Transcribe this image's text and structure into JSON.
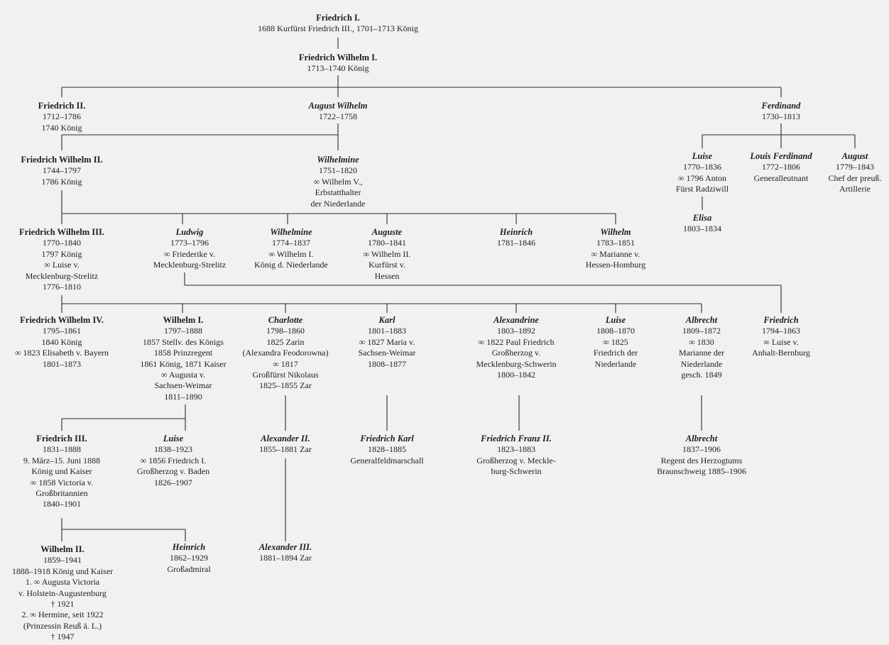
{
  "nodes": [
    {
      "name": "Friedrich I.",
      "italic": false,
      "lines": [
        "1688 Kurfürst Friedrich III., 1701–1713 König"
      ]
    },
    {
      "name": "Friedrich Wilhelm I.",
      "italic": false,
      "lines": [
        "1713–1740 König"
      ]
    },
    {
      "name": "Friedrich II.",
      "italic": false,
      "lines": [
        "1712–1786",
        "1740 König"
      ]
    },
    {
      "name": "August Wilhelm",
      "italic": true,
      "lines": [
        "1722–1758"
      ]
    },
    {
      "name": "Ferdinand",
      "italic": true,
      "lines": [
        "1730–1813"
      ]
    },
    {
      "name": "Friedrich Wilhelm II.",
      "italic": false,
      "lines": [
        "1744–1797",
        "1786 König"
      ]
    },
    {
      "name": "Wilhelmine",
      "italic": true,
      "lines": [
        "1751–1820",
        "∞ Wilhelm V.,",
        "Erbstatthalter",
        "der Niederlande"
      ]
    },
    {
      "name": "Luise",
      "italic": true,
      "lines": [
        "1770–1836",
        "∞ 1796 Anton",
        "Fürst Radziwill"
      ]
    },
    {
      "name": "Louis Ferdinand",
      "italic": true,
      "lines": [
        "1772–1806",
        "Generalleutnant"
      ]
    },
    {
      "name": "August",
      "italic": true,
      "lines": [
        "1779–1843",
        "Chef der preuß.",
        "Artillerie"
      ]
    },
    {
      "name": "Elisa",
      "italic": true,
      "lines": [
        "1803–1834"
      ]
    },
    {
      "name": "Friedrich Wilhelm III.",
      "italic": false,
      "lines": [
        "1770–1840",
        "1797 König",
        "∞ Luise v.",
        "Mecklenburg-Strelitz",
        "1776–1810"
      ]
    },
    {
      "name": "Ludwig",
      "italic": true,
      "lines": [
        "1773–1796",
        "∞ Friederike v.",
        "Mecklenburg-Strelitz"
      ]
    },
    {
      "name": "Wilhelmine",
      "italic": true,
      "lines": [
        "1774–1837",
        "∞ Wilhelm I.",
        "König d. Niederlande"
      ]
    },
    {
      "name": "Auguste",
      "italic": true,
      "lines": [
        "1780–1841",
        "∞ Wilhelm II.",
        "Kurfürst v.",
        "Hessen"
      ]
    },
    {
      "name": "Heinrich",
      "italic": true,
      "lines": [
        "1781–1846"
      ]
    },
    {
      "name": "Wilhelm",
      "italic": true,
      "lines": [
        "1783–1851",
        "∞ Marianne v.",
        "Hessen-Homburg"
      ]
    },
    {
      "name": "Friedrich Wilhelm IV.",
      "italic": false,
      "lines": [
        "1795–1861",
        "1840 König",
        "∞ 1823 Elisabeth v. Bayern",
        "1801–1873"
      ]
    },
    {
      "name": "Wilhelm I.",
      "italic": false,
      "lines": [
        "1797–1888",
        "1857 Stellv. des Königs",
        "1858 Prinzregent",
        "1861 König, 1871 Kaiser",
        "∞ Augusta v.",
        "Sachsen-Weimar",
        "1811–1890"
      ]
    },
    {
      "name": "Charlotte",
      "italic": true,
      "lines": [
        "1798–1860",
        "1825 Zarin",
        "(Alexandra Feodorowna)",
        "∞ 1817",
        "Großfürst Nikolaus",
        "1825–1855 Zar"
      ]
    },
    {
      "name": "Karl",
      "italic": true,
      "lines": [
        "1801–1883",
        "∞ 1827 Maria v.",
        "Sachsen-Weimar",
        "1808–1877"
      ]
    },
    {
      "name": "Alexandrine",
      "italic": true,
      "lines": [
        "1803–1892",
        "∞ 1822 Paul Friedrich",
        "Großherzog v.",
        "Mecklenburg-Schwerin",
        "1800–1842"
      ]
    },
    {
      "name": "Luise",
      "italic": true,
      "lines": [
        "1808–1870",
        "∞ 1825",
        "Friedrich der",
        "Niederlande"
      ]
    },
    {
      "name": "Albrecht",
      "italic": true,
      "lines": [
        "1809–1872",
        "∞ 1830",
        "Marianne der",
        "Niederlande",
        "gesch. 1849"
      ]
    },
    {
      "name": "Friedrich",
      "italic": true,
      "lines": [
        "1794–1863",
        "∞ Luise v.",
        "Anhalt-Bernburg"
      ]
    },
    {
      "name": "Friedrich III.",
      "italic": false,
      "lines": [
        "1831–1888",
        "9. März–15. Juni 1888",
        "König und Kaiser",
        "∞ 1858 Victoria v.",
        "Großbritannien",
        "1840–1901"
      ]
    },
    {
      "name": "Luise",
      "italic": true,
      "lines": [
        "1838–1923",
        "∞ 1856 Friedrich I.",
        "Großherzog v. Baden",
        "1826–1907"
      ]
    },
    {
      "name": "Alexander II.",
      "italic": true,
      "lines": [
        "1855–1881 Zar"
      ]
    },
    {
      "name": "Friedrich Karl",
      "italic": true,
      "lines": [
        "1828–1885",
        "Generalfeldmarschall"
      ]
    },
    {
      "name": "Friedrich Franz II.",
      "italic": true,
      "lines": [
        "1823–1883",
        "Großherzog v. Meckle-",
        "burg-Schwerin"
      ]
    },
    {
      "name": "Albrecht",
      "italic": true,
      "lines": [
        "1837–1906",
        "Regent des Herzogtums",
        "Braunschweig 1885–1906"
      ]
    },
    {
      "name": "Wilhelm II.",
      "italic": false,
      "lines": [
        "1859–1941",
        "1888–1918 König und Kaiser",
        "1. ∞ Augusta Victoria",
        "v. Holstein-Augustenburg",
        "† 1921",
        "2. ∞ Hermine, seit 1922",
        "(Prinzessin Reuß ä. L.)",
        "† 1947"
      ]
    },
    {
      "name": "Heinrich",
      "italic": true,
      "lines": [
        "1862–1929",
        "Großadmiral"
      ]
    },
    {
      "name": "Alexander III.",
      "italic": true,
      "lines": [
        "1881–1894 Zar"
      ]
    }
  ]
}
